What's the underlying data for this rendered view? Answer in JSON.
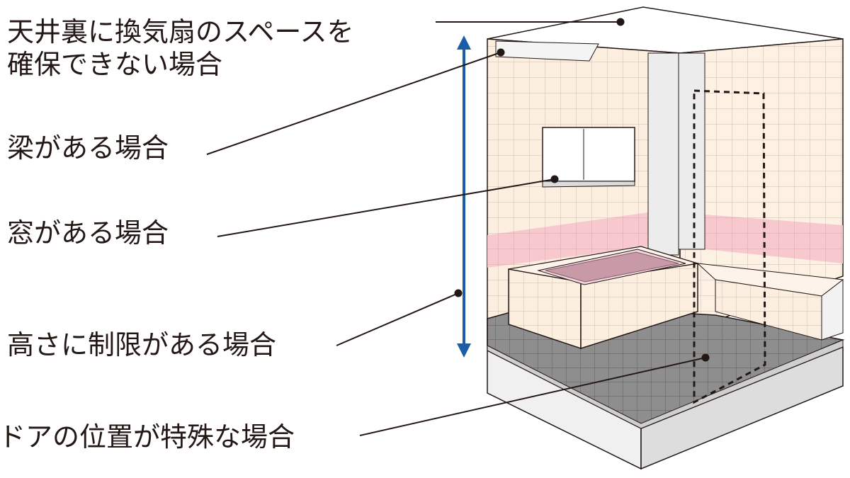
{
  "labels": {
    "ceiling_line1": "天井裏に換気扇のスペースを",
    "ceiling_line2": "確保できない場合",
    "beam": "梁がある場合",
    "window": "窓がある場合",
    "height": "高さに制限がある場合",
    "door": "ドアの位置が特殊な場合"
  },
  "colors": {
    "text": "#231815",
    "leader_line": "#231815",
    "height_arrow": "#1a5ea8",
    "wall_tile": "#fdefe0",
    "tile_grid": "#d9b8a6",
    "accent_band": "#f7c9cf",
    "floor_tile": "#8a8a8a",
    "bathtub": "#c899a6",
    "slab": "#e6e6e6",
    "door_outline": "#231815"
  }
}
